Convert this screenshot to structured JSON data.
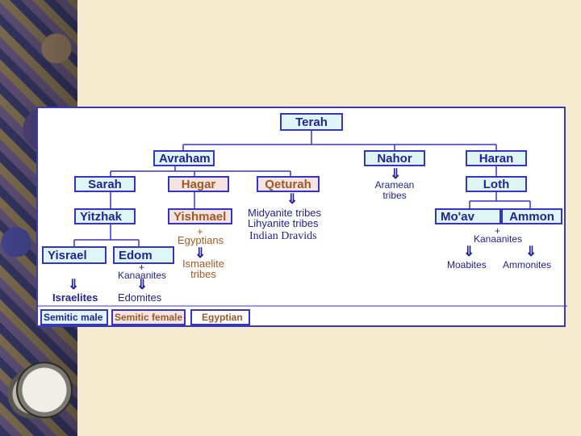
{
  "nodes": {
    "terah": "Terah",
    "avraham": "Avraham",
    "nahor": "Nahor",
    "haran": "Haran",
    "sarah": "Sarah",
    "hagar": "Hagar",
    "qeturah": "Qeturah",
    "loth": "Loth",
    "yitzhak": "Yitzhak",
    "yishmael": "Yishmael",
    "moav": "Mo'av",
    "ammon": "Ammon",
    "yisrael": "Yisrael",
    "edom": "Edom"
  },
  "labels": {
    "aramean_tribes": "Aramean\ntribes",
    "midyanite_tribes": "Midyanite tribes",
    "lihyanite_tribes": "Lihyanite tribes",
    "indian_dravids": "Indian Dravids",
    "plus": "+",
    "egyptians": "Egyptians",
    "ismaelite_tribes": "Ismaelite\ntribes",
    "kanaanites": "Kanaanites",
    "israelites": "Israelites",
    "edomites": "Edomites",
    "moabites": "Moabites",
    "ammonites": "Ammonites",
    "arrow": "⇓"
  },
  "legend": {
    "semitic_male": "Semitic male",
    "semitic_female": "Semitic female",
    "egyptian": "Egyptian"
  },
  "colors": {
    "line": "#3434c8",
    "male_fill": "#dff6f6",
    "female_fill": "#f6e4e2",
    "egyptian_border": "#d04646"
  }
}
